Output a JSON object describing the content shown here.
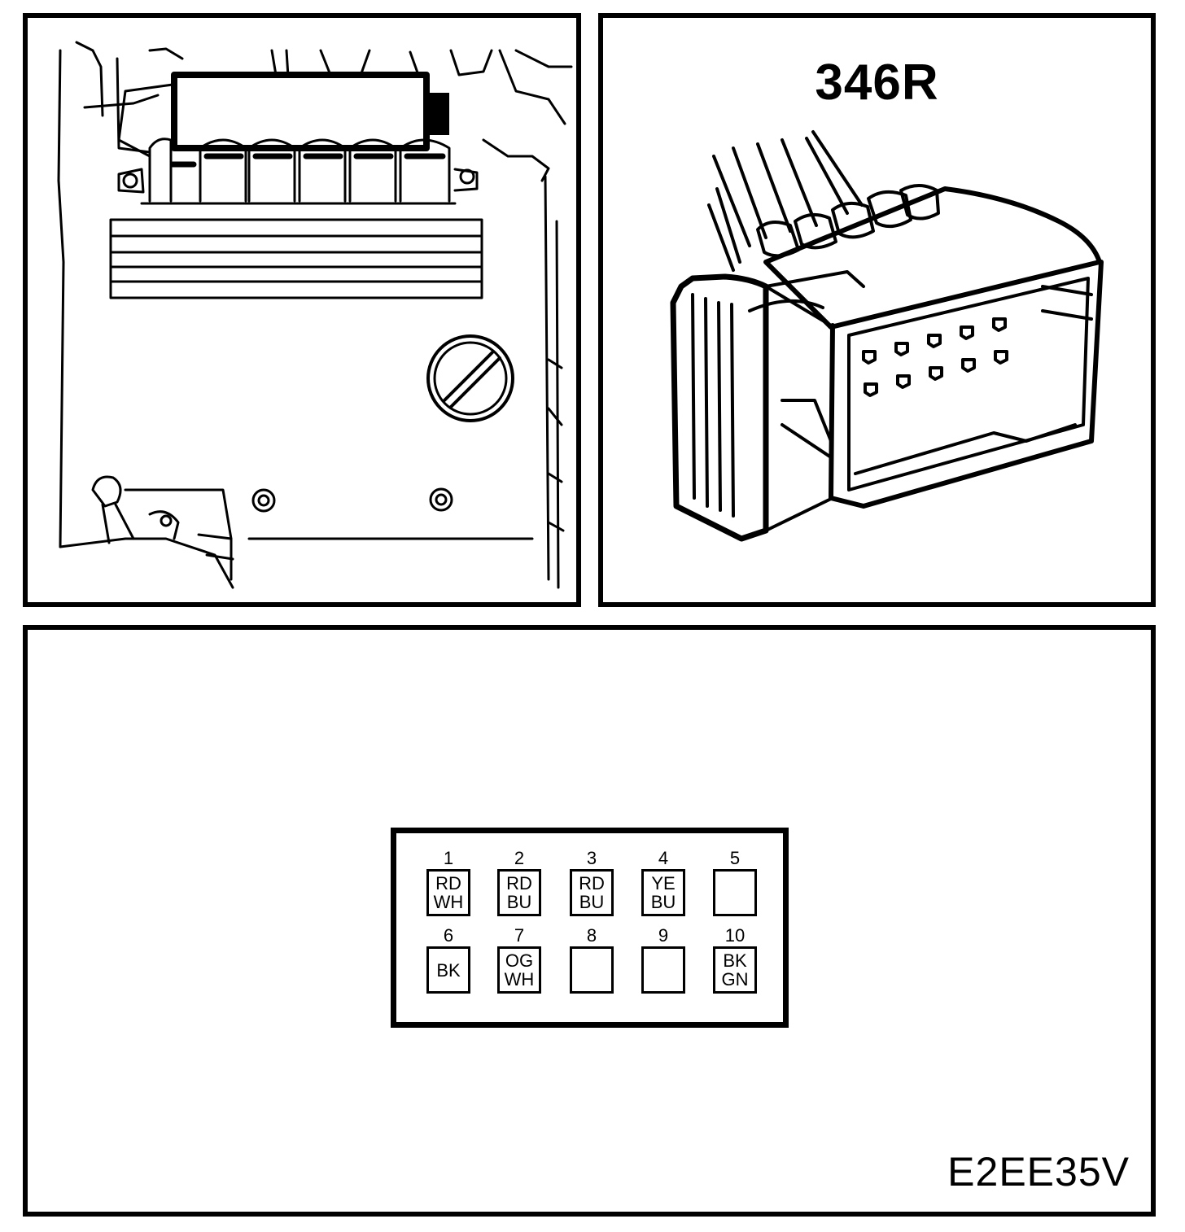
{
  "connector": {
    "id": "346R",
    "pins": [
      {
        "number": "1",
        "colors": [
          "RD",
          "WH"
        ]
      },
      {
        "number": "2",
        "colors": [
          "RD",
          "BU"
        ]
      },
      {
        "number": "3",
        "colors": [
          "RD",
          "BU"
        ]
      },
      {
        "number": "4",
        "colors": [
          "YE",
          "BU"
        ]
      },
      {
        "number": "5",
        "colors": []
      },
      {
        "number": "6",
        "colors": [
          "BK"
        ]
      },
      {
        "number": "7",
        "colors": [
          "OG",
          "WH"
        ]
      },
      {
        "number": "8",
        "colors": []
      },
      {
        "number": "9",
        "colors": []
      },
      {
        "number": "10",
        "colors": [
          "BK",
          "GN"
        ]
      }
    ]
  },
  "figure_code": "E2EE35V"
}
